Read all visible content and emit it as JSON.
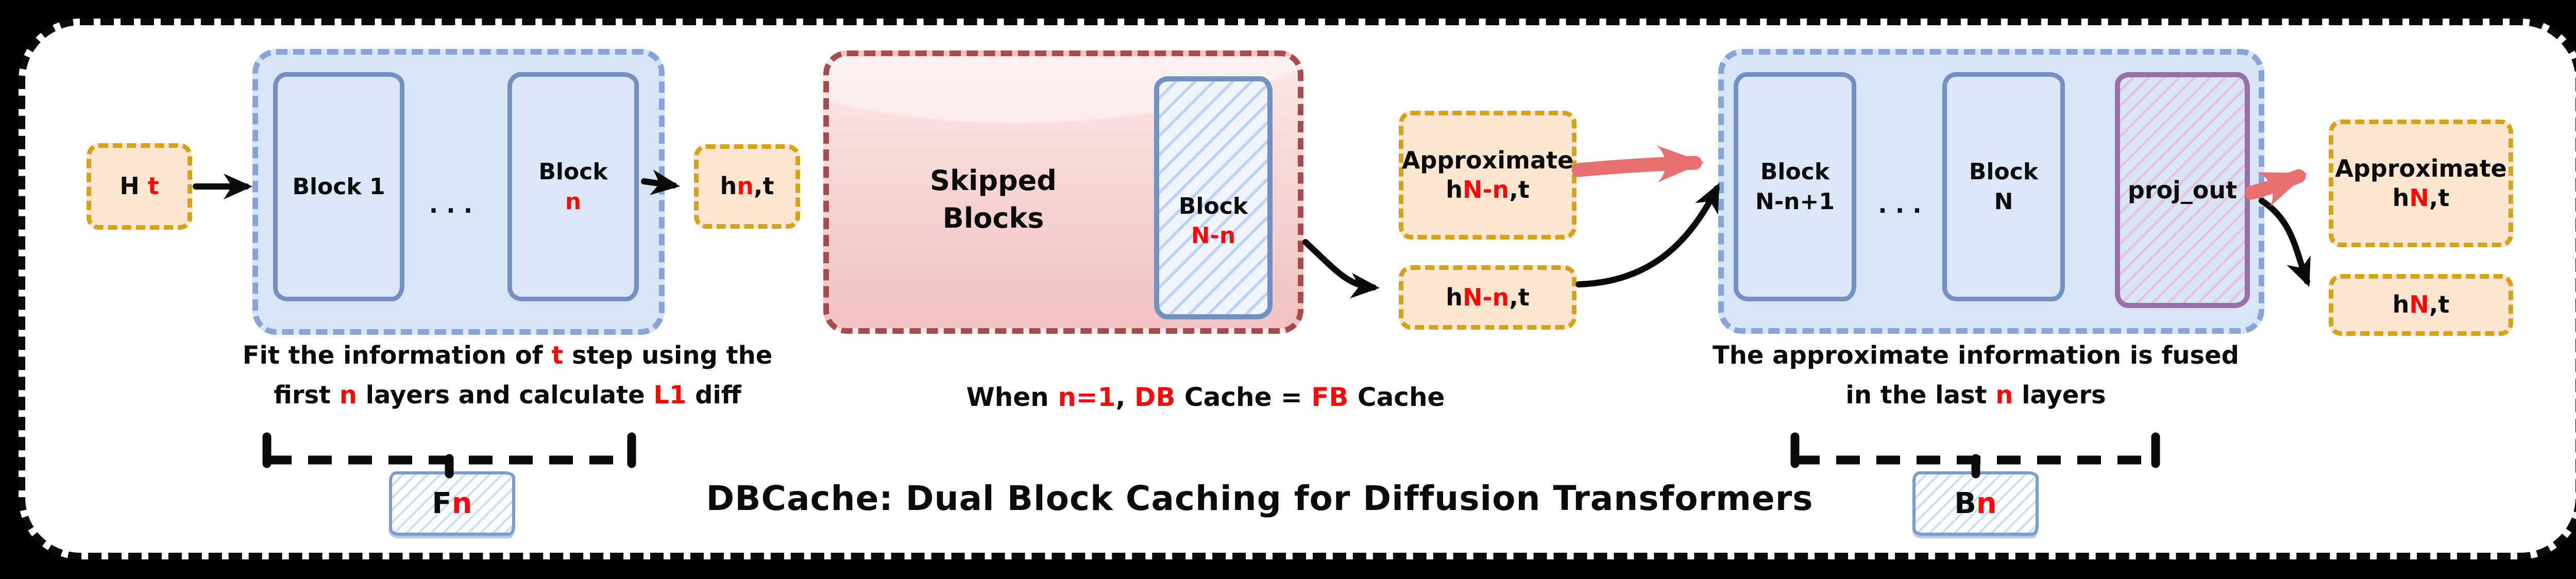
{
  "title": "DBCache: Dual Block Caching for Diffusion Transformers",
  "left": {
    "input": {
      "h": "H ",
      "t": "t"
    },
    "container": {
      "block1": "Block 1",
      "dots": "...",
      "blockn_l1": "Block",
      "blockn_l2": "n"
    },
    "output": {
      "h": "h",
      "n": "n",
      "t": ",t"
    },
    "caption": {
      "p1": "Fit the information of ",
      "t": "t",
      "p2": " step using the",
      "p3": "first ",
      "n": "n",
      "p4": " layers and calculate ",
      "l1": "L1",
      "p5": " diff"
    },
    "cache_label": {
      "f": "F",
      "n": "n"
    }
  },
  "middle": {
    "skipped": {
      "l1": "Skipped",
      "l2": "Blocks",
      "block_l1": "Block",
      "block_l2": "N-n"
    },
    "caption": {
      "p1": "When ",
      "n1": "n=1",
      "p2": ", ",
      "db": "DB",
      "p3": " Cache = ",
      "fb": "FB",
      "p4": " Cache"
    },
    "approx_box": {
      "l1": "Approximate",
      "h": "h",
      "nn": "N-n",
      "t": ",t"
    },
    "cache_box": {
      "h": "h",
      "nn": "N-n",
      "t": ",t"
    }
  },
  "right": {
    "container": {
      "block1_l1": "Block",
      "block1_l2": "N-n+1",
      "dots": "...",
      "block2_l1": "Block",
      "block2_l2": "N",
      "proj": "proj_out"
    },
    "caption": {
      "p1": "The approximate information is fused",
      "p2": "in the last ",
      "n": "n",
      "p3": " layers"
    },
    "approx_box": {
      "l1": "Approximate",
      "h": "h",
      "n": "N",
      "t": ",t"
    },
    "out_box": {
      "h": "h",
      "n": "N",
      "t": ",t"
    },
    "cache_label": {
      "b": "B",
      "n": "n"
    }
  },
  "colors": {
    "red_text": "#F20D0D",
    "arrow_red": "#E8716F",
    "gold_border": "#D5A21C",
    "peach_fill": "#FBE7D1",
    "blue_border": "#85A5D7",
    "blue_fill": "#D8E5F7",
    "dark_red_border": "#A74B4B",
    "purple_border": "#9770A8"
  }
}
